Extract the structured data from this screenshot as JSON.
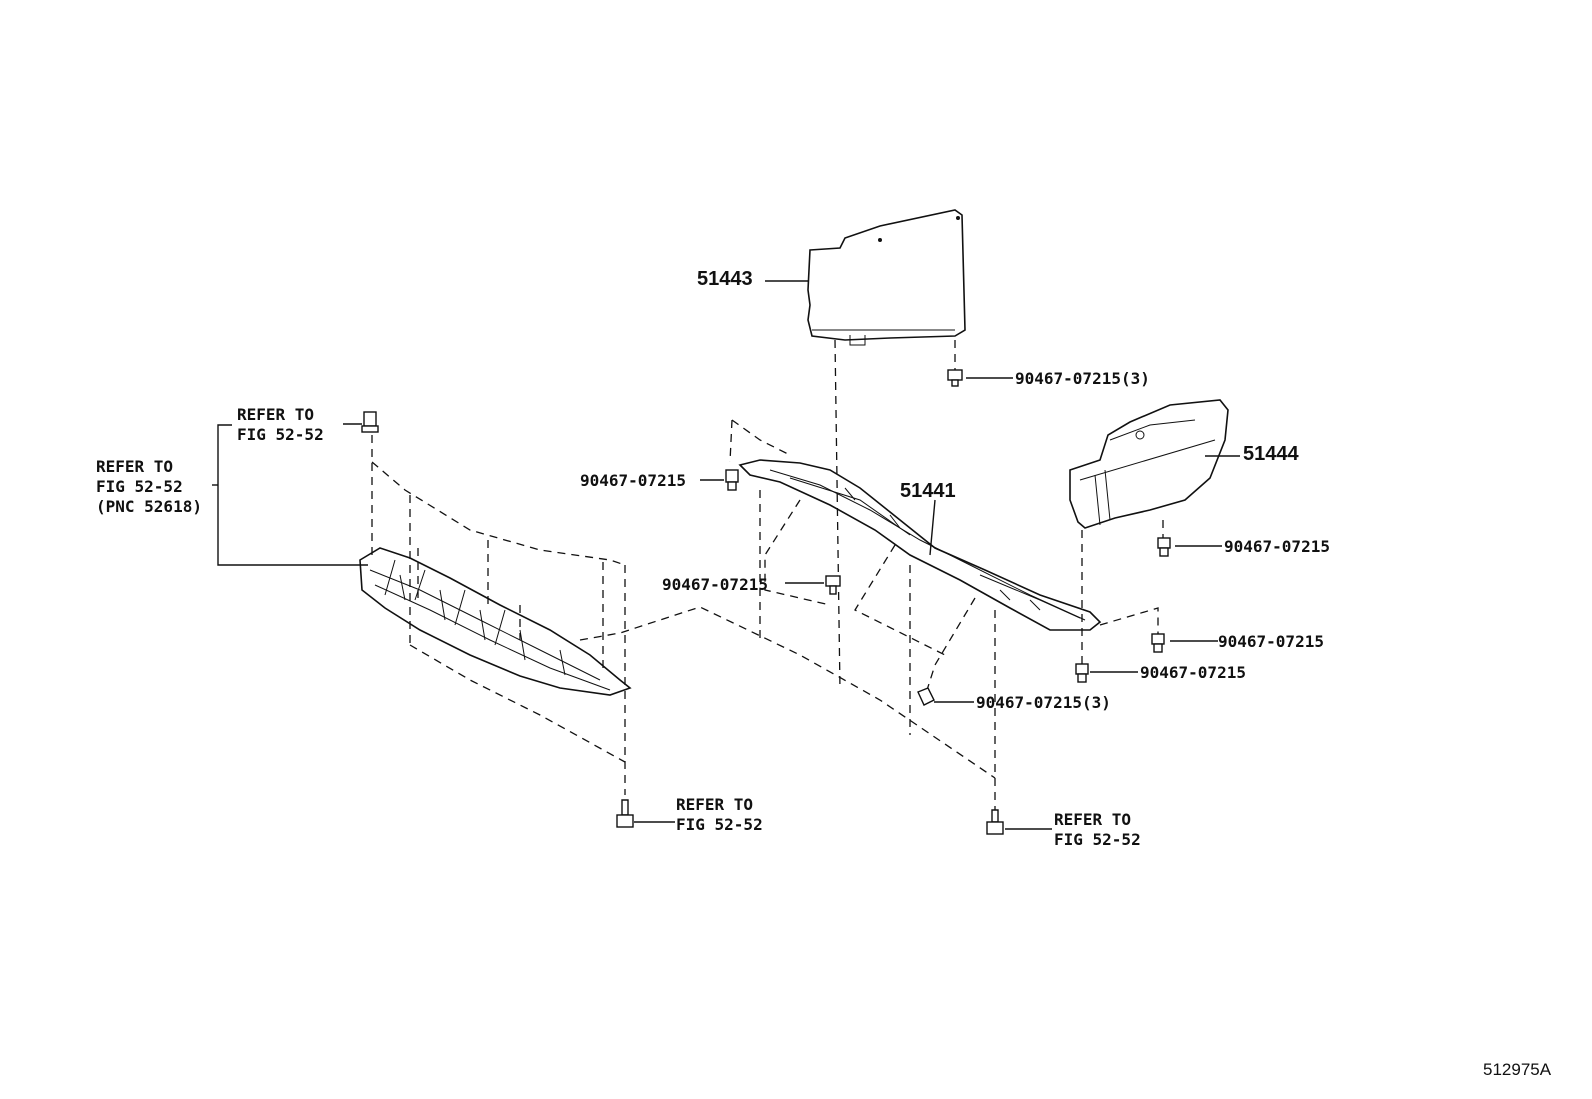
{
  "parts": {
    "p51443": "51443",
    "p51444": "51444",
    "p51441": "51441"
  },
  "fasteners": {
    "f_top3": "90467-07215(3)",
    "f_left": "90467-07215",
    "f_right_upper": "90467-07215",
    "f_center": "90467-07215",
    "f_right_mid": "90467-07215",
    "f_right_low": "90467-07215",
    "f_bottom3": "90467-07215(3)"
  },
  "refers": {
    "r_top_l1": "REFER TO",
    "r_top_l2": "FIG 52-52",
    "r_left_l1": "REFER TO",
    "r_left_l2": "FIG 52-52",
    "r_left_l3": "(PNC 52618)",
    "r_bot1_l1": "REFER TO",
    "r_bot1_l2": "FIG 52-52",
    "r_bot2_l1": "REFER TO",
    "r_bot2_l2": "FIG 52-52"
  },
  "figure_id": "512975A"
}
